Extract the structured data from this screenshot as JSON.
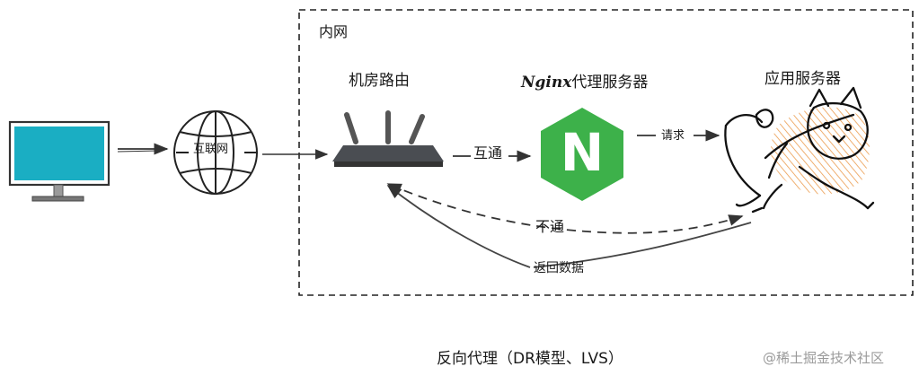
{
  "zone": {
    "label": "内网"
  },
  "nodes": {
    "client": {
      "icon": "monitor-icon"
    },
    "internet": {
      "label": "互联网",
      "icon": "globe-icon"
    },
    "router": {
      "label": "机房路由",
      "icon": "router-icon"
    },
    "nginx": {
      "label_latin": "Nginx",
      "label_cn": "代理服务器",
      "icon": "nginx-logo-icon",
      "logo_letter": "N",
      "color": "#3db14a"
    },
    "app": {
      "label": "应用服务器",
      "icon": "tomcat-icon",
      "color": "#e88a2e"
    }
  },
  "edges": {
    "router_to_nginx": "互通",
    "nginx_to_app": "请求",
    "blocked": "不通",
    "return": "返回数据"
  },
  "caption": "反向代理（DR模型、LVS）",
  "watermark": "@稀土掘金技术社区",
  "colors": {
    "monitor_screen": "#1aaec3",
    "router": "#4a4d52",
    "line": "#333333"
  }
}
